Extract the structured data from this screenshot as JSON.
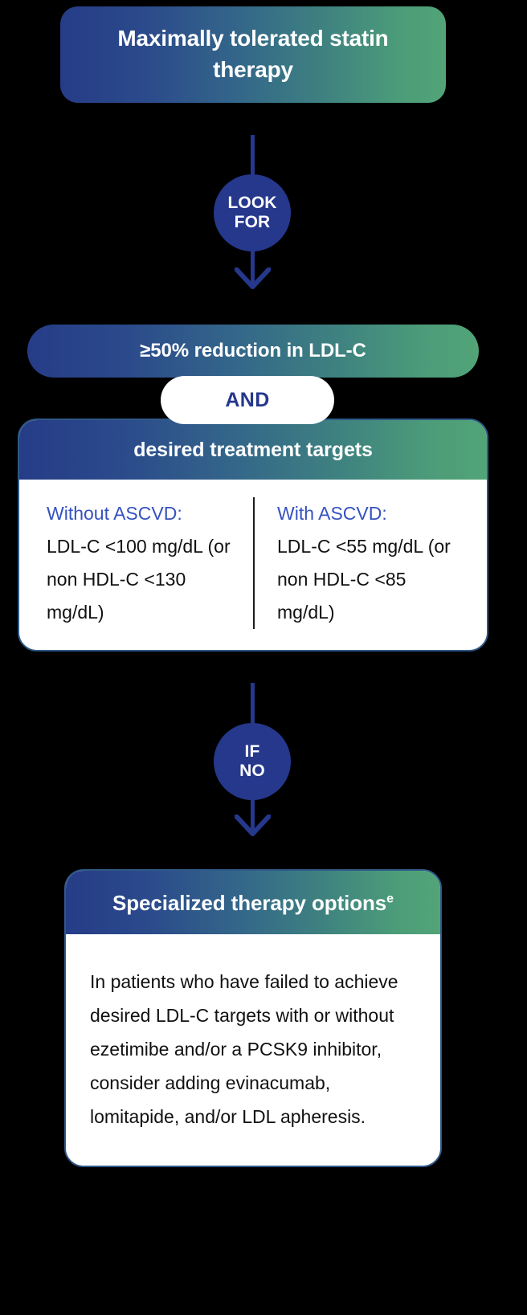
{
  "diagram": {
    "title_node": {
      "label": "Maximally tolerated statin therapy"
    },
    "connector_1": {
      "badge_line1": "LOOK",
      "badge_line2": "FOR"
    },
    "reduction_node": {
      "label": "≥50% reduction in LDL-C"
    },
    "and_pill": {
      "label": "AND"
    },
    "targets_node": {
      "header": "desired treatment targets",
      "columns": [
        {
          "heading": "Without ASCVD:",
          "body": "LDL-C <100 mg/dL (or non HDL-C <130 mg/dL)"
        },
        {
          "heading": "With ASCVD:",
          "body": "LDL-C <55 mg/dL (or non HDL-C <85 mg/dL)"
        }
      ]
    },
    "connector_2": {
      "badge_line1": "IF",
      "badge_line2": "NO"
    },
    "specialized_node": {
      "header": "Specialized therapy options",
      "header_superscript": "e",
      "body": "In patients who have failed to achieve desired LDL-C targets with or without ezetimibe and/or a PCSK9 inhibitor, consider adding evinacumab, lomitapide, and/or LDL apheresis."
    },
    "colors": {
      "gradient_start": "#263c87",
      "gradient_end": "#52a477",
      "badge_blue": "#25388c",
      "heading_blue": "#3552c0",
      "background": "#000000",
      "card_white": "#ffffff"
    }
  }
}
